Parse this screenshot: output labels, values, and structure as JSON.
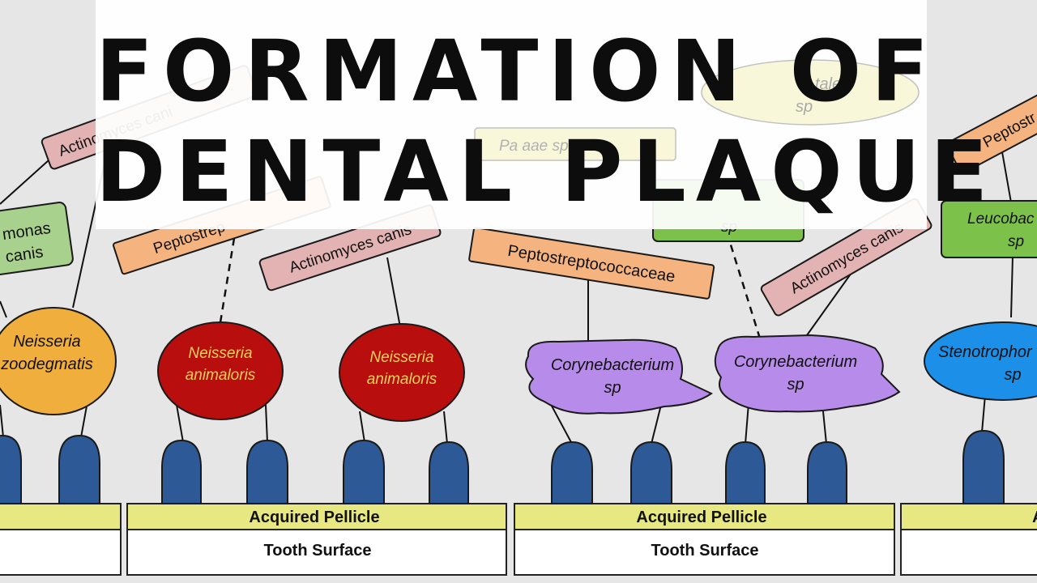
{
  "title": {
    "line1": "FORMATION OF",
    "line2": "DENTAL PLAQUE"
  },
  "colors": {
    "background": "#e6e6e6",
    "pellicle": "#e8e882",
    "adhesin": "#2d5a96",
    "neisseria_zoodegmatis": "#f0ae3c",
    "neisseria_animaloris": "#b80e0e",
    "corynebacterium": "#b78bea",
    "stenotrophomonas": "#1c8fe8",
    "actinomyces": "#e3b2b2",
    "peptostreptococcaceae": "#f5b47f",
    "green_genus": "#7cc14a",
    "porphyromonas": "#a9d18e",
    "faint_yellow": "#f3efb0"
  },
  "layers": {
    "pellicle_label": "Acquired Pellicle",
    "surface_label": "Tooth Surface"
  },
  "bacteria": {
    "neisseria_zoodegmatis": [
      "Neisseria",
      "zoodegmatis"
    ],
    "neisseria_animaloris": [
      "Neisseria",
      "animaloris"
    ],
    "corynebacterium": [
      "Corynebacterium",
      "sp"
    ],
    "stenotrophomonas": [
      "Stenotrophor",
      "sp"
    ]
  },
  "tags": {
    "actinomyces": "Actinomyces canis",
    "actinomyces_partial": "Actinomyces cani",
    "peptostreptococcaceae": "Peptostreptococcaceae",
    "peptostrep_partial_left": "Peptostrep",
    "peptostrep_partial_right": "Peptostr",
    "porphyromonas": [
      "monas",
      "canis"
    ],
    "leucobacter": [
      "Leucobac",
      "sp"
    ],
    "green_center": [
      "",
      "sp"
    ],
    "faded_tales": [
      "tales",
      "sp"
    ],
    "faded_pasteurellaceae": "Pa         aae sp"
  }
}
